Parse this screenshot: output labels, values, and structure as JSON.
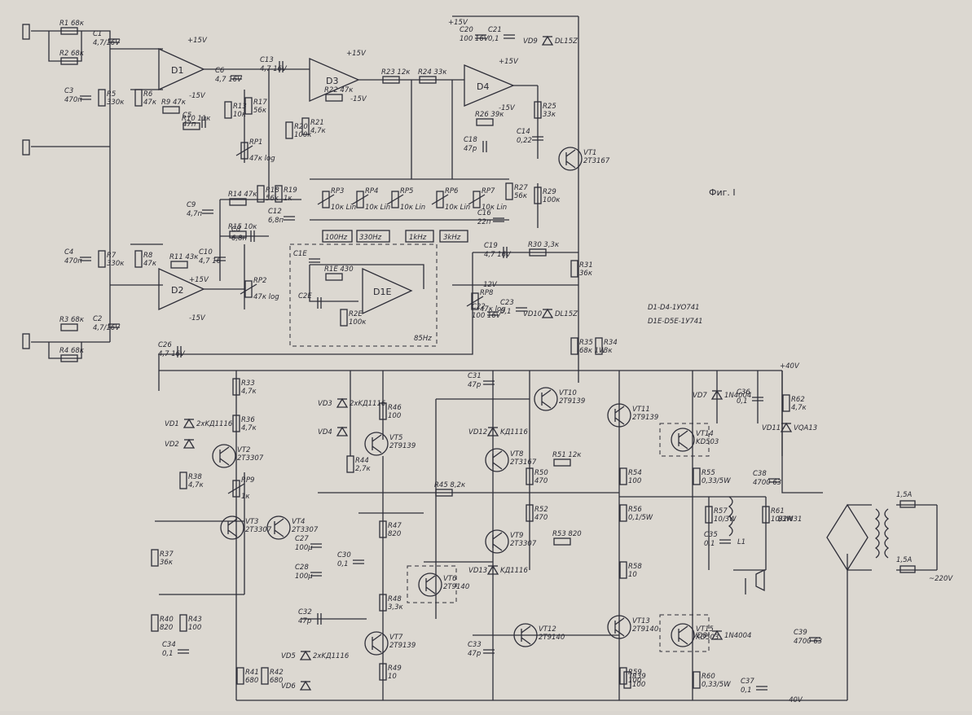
{
  "figure": {
    "title": "Фиг. I",
    "ic_note_1": "D1-D4-1УO741",
    "ic_note_2": "D1E-D5E-1У741",
    "filter_note": "85Hz"
  },
  "rails": {
    "top_plus": "+15V",
    "plus40": "+40V",
    "minus40": "-40V",
    "minus12": "-12V",
    "mains": "~220V"
  },
  "opamps": [
    {
      "ref": "D1",
      "plus": "+15V",
      "minus": "-15V"
    },
    {
      "ref": "D2",
      "plus": "+15V",
      "minus": "-15V"
    },
    {
      "ref": "D3",
      "plus": "+15V",
      "minus": "-15V"
    },
    {
      "ref": "D4",
      "plus": "+15V",
      "minus": "-15V"
    },
    {
      "ref": "D1E",
      "plus": "",
      "minus": ""
    }
  ],
  "resistors": [
    {
      "ref": "R1",
      "value": "68к"
    },
    {
      "ref": "R2",
      "value": "68к"
    },
    {
      "ref": "R3",
      "value": "68к"
    },
    {
      "ref": "R4",
      "value": "68к"
    },
    {
      "ref": "R5",
      "value": "330к"
    },
    {
      "ref": "R6",
      "value": "47к"
    },
    {
      "ref": "R7",
      "value": "330к"
    },
    {
      "ref": "R8",
      "value": "47к"
    },
    {
      "ref": "R9",
      "value": "47к"
    },
    {
      "ref": "R10",
      "value": "11к"
    },
    {
      "ref": "R11",
      "value": "43к"
    },
    {
      "ref": "R13",
      "value": "10к"
    },
    {
      "ref": "R14",
      "value": "47к"
    },
    {
      "ref": "R15",
      "value": "10к"
    },
    {
      "ref": "R17",
      "value": "56к"
    },
    {
      "ref": "R18",
      "value": "56к"
    },
    {
      "ref": "R19",
      "value": "1к"
    },
    {
      "ref": "R20",
      "value": "100к"
    },
    {
      "ref": "R21",
      "value": "4,7к"
    },
    {
      "ref": "R22",
      "value": "47к"
    },
    {
      "ref": "R23",
      "value": "12к"
    },
    {
      "ref": "R24",
      "value": "33к"
    },
    {
      "ref": "R25",
      "value": "33к"
    },
    {
      "ref": "R26",
      "value": "39к"
    },
    {
      "ref": "R27",
      "value": "56к"
    },
    {
      "ref": "R29",
      "value": "100к"
    },
    {
      "ref": "R30",
      "value": "3,3к"
    },
    {
      "ref": "R31",
      "value": "36к"
    },
    {
      "ref": "R33",
      "value": "4,7к"
    },
    {
      "ref": "R34",
      "value": "3к"
    },
    {
      "ref": "R35",
      "value": "68к 1W"
    },
    {
      "ref": "R36",
      "value": "4,7к"
    },
    {
      "ref": "R37",
      "value": "36к"
    },
    {
      "ref": "R38",
      "value": "4,7к"
    },
    {
      "ref": "R39",
      "value": "100"
    },
    {
      "ref": "R40",
      "value": "820"
    },
    {
      "ref": "R41",
      "value": "680"
    },
    {
      "ref": "R42",
      "value": "680"
    },
    {
      "ref": "R43",
      "value": "100"
    },
    {
      "ref": "R44",
      "value": "2,7к"
    },
    {
      "ref": "R45",
      "value": "8,2к"
    },
    {
      "ref": "R46",
      "value": "100"
    },
    {
      "ref": "R47",
      "value": "820"
    },
    {
      "ref": "R48",
      "value": "3,3к"
    },
    {
      "ref": "R49",
      "value": "10"
    },
    {
      "ref": "R50",
      "value": "470"
    },
    {
      "ref": "R51",
      "value": "12к"
    },
    {
      "ref": "R52",
      "value": "470"
    },
    {
      "ref": "R53",
      "value": "820"
    },
    {
      "ref": "R54",
      "value": "100"
    },
    {
      "ref": "R55",
      "value": "0,33/5W"
    },
    {
      "ref": "R56",
      "value": "0,1/5W"
    },
    {
      "ref": "R57",
      "value": "10/3W"
    },
    {
      "ref": "R58",
      "value": "10"
    },
    {
      "ref": "R59",
      "value": "100"
    },
    {
      "ref": "R60",
      "value": "0,33/5W"
    },
    {
      "ref": "R61",
      "value": "10/3W"
    },
    {
      "ref": "R62",
      "value": "4,7к"
    },
    {
      "ref": "R1E",
      "value": "430"
    },
    {
      "ref": "R2E",
      "value": "100к"
    }
  ],
  "pots": [
    {
      "ref": "RP1",
      "value": "47к log"
    },
    {
      "ref": "RP2",
      "value": "47к log"
    },
    {
      "ref": "RP3",
      "value": "10к Lin"
    },
    {
      "ref": "RP4",
      "value": "10к Lin"
    },
    {
      "ref": "RP5",
      "value": "10к Lin"
    },
    {
      "ref": "RP6",
      "value": "10к Lin"
    },
    {
      "ref": "RP7",
      "value": "10к Lin"
    },
    {
      "ref": "RP8",
      "value": "47к log"
    },
    {
      "ref": "RP9",
      "value": "1к"
    }
  ],
  "capacitors": [
    {
      "ref": "C1",
      "value": "4,7/16V"
    },
    {
      "ref": "C2",
      "value": "4,7/16V"
    },
    {
      "ref": "C3",
      "value": "470п"
    },
    {
      "ref": "C4",
      "value": "470п"
    },
    {
      "ref": "C5",
      "value": "47п"
    },
    {
      "ref": "C6",
      "value": "4,7 16V"
    },
    {
      "ref": "C8",
      "value": "6,8п"
    },
    {
      "ref": "C9",
      "value": "4,7п"
    },
    {
      "ref": "C10",
      "value": "4,7 16"
    },
    {
      "ref": "C12",
      "value": "6,8п"
    },
    {
      "ref": "C13",
      "value": "4,7 16V"
    },
    {
      "ref": "C14",
      "value": "0,22"
    },
    {
      "ref": "C16",
      "value": "22п"
    },
    {
      "ref": "C18",
      "value": "47p"
    },
    {
      "ref": "C19",
      "value": "4,7 16V"
    },
    {
      "ref": "C20",
      "value": "100 16V"
    },
    {
      "ref": "C21",
      "value": "0,1"
    },
    {
      "ref": "C22",
      "value": "100 16V"
    },
    {
      "ref": "C23",
      "value": "0,1"
    },
    {
      "ref": "C26",
      "value": "4,7 16V"
    },
    {
      "ref": "C27",
      "value": "100μ"
    },
    {
      "ref": "C28",
      "value": "100μ"
    },
    {
      "ref": "C30",
      "value": "0,1"
    },
    {
      "ref": "C31",
      "value": "47p"
    },
    {
      "ref": "C32",
      "value": "47p"
    },
    {
      "ref": "C33",
      "value": "47p"
    },
    {
      "ref": "C34",
      "value": "0,1"
    },
    {
      "ref": "C35",
      "value": "0,1"
    },
    {
      "ref": "C36",
      "value": "0,1"
    },
    {
      "ref": "C37",
      "value": "0,1"
    },
    {
      "ref": "C38",
      "value": "4700 63"
    },
    {
      "ref": "C39",
      "value": "4700 63"
    },
    {
      "ref": "C1E",
      "value": ""
    },
    {
      "ref": "C2E",
      "value": ""
    }
  ],
  "transistors": [
    {
      "ref": "VT1",
      "type": "2T3167"
    },
    {
      "ref": "VT2",
      "type": "2T3307"
    },
    {
      "ref": "VT3",
      "type": "2T3307"
    },
    {
      "ref": "VT4",
      "type": "2T3307"
    },
    {
      "ref": "VT5",
      "type": "2T9139"
    },
    {
      "ref": "VT6",
      "type": "2T9140"
    },
    {
      "ref": "VT7",
      "type": "2T9139"
    },
    {
      "ref": "VT8",
      "type": "2T3167"
    },
    {
      "ref": "VT9",
      "type": "2T3307"
    },
    {
      "ref": "VT10",
      "type": "2T9139"
    },
    {
      "ref": "VT11",
      "type": "2T9139"
    },
    {
      "ref": "VT12",
      "type": "2T9140"
    },
    {
      "ref": "VT13",
      "type": "2T9140"
    },
    {
      "ref": "VT14",
      "type": "KD503"
    },
    {
      "ref": "VT15",
      "type": "KD503"
    }
  ],
  "diodes": [
    {
      "ref": "VD1",
      "type": "2xKД1116"
    },
    {
      "ref": "VD2",
      "type": ""
    },
    {
      "ref": "VD3",
      "type": "2xKД1116"
    },
    {
      "ref": "VD4",
      "type": ""
    },
    {
      "ref": "VD5",
      "type": "2xKД1116"
    },
    {
      "ref": "VD6",
      "type": ""
    },
    {
      "ref": "VD7",
      "type": "1N4004"
    },
    {
      "ref": "VD8",
      "type": "1N4004"
    },
    {
      "ref": "VD9",
      "type": "DL15Z"
    },
    {
      "ref": "VD10",
      "type": "DL15Z"
    },
    {
      "ref": "VD11",
      "type": "VQA13"
    },
    {
      "ref": "VD12",
      "type": "KД1116"
    },
    {
      "ref": "VD13",
      "type": "KД1116"
    }
  ],
  "eq_bands": [
    "100Hz",
    "330Hz",
    "1kHz",
    "3kHz"
  ],
  "power": {
    "bridge": "B2M31",
    "fuse1": "1,5A",
    "fuse2": "1,5A",
    "inductor": "L1"
  }
}
